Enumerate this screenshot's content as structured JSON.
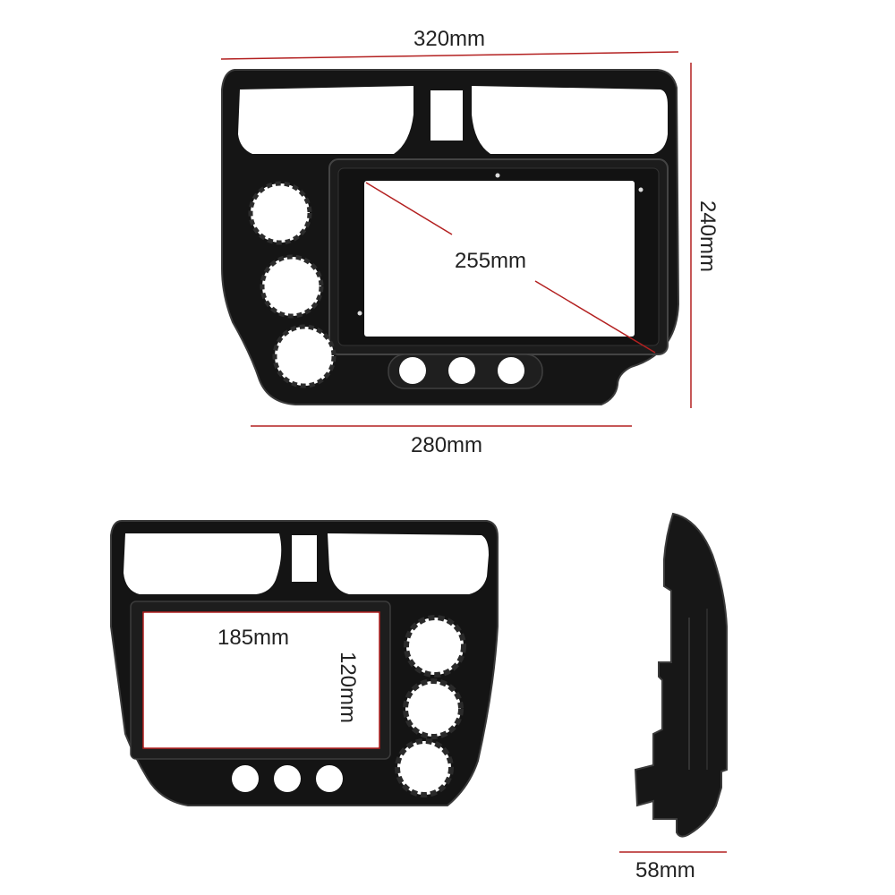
{
  "dimensions": {
    "top_width": "320mm",
    "height": "240mm",
    "screen_diagonal": "255mm",
    "bottom_width": "280mm",
    "opening_width": "185mm",
    "opening_height": "120mm",
    "depth": "58mm"
  },
  "colors": {
    "dimension_line": "#b32020",
    "panel": "#141414",
    "panel_edge": "#3a3a3a",
    "label_text": "#222222"
  }
}
